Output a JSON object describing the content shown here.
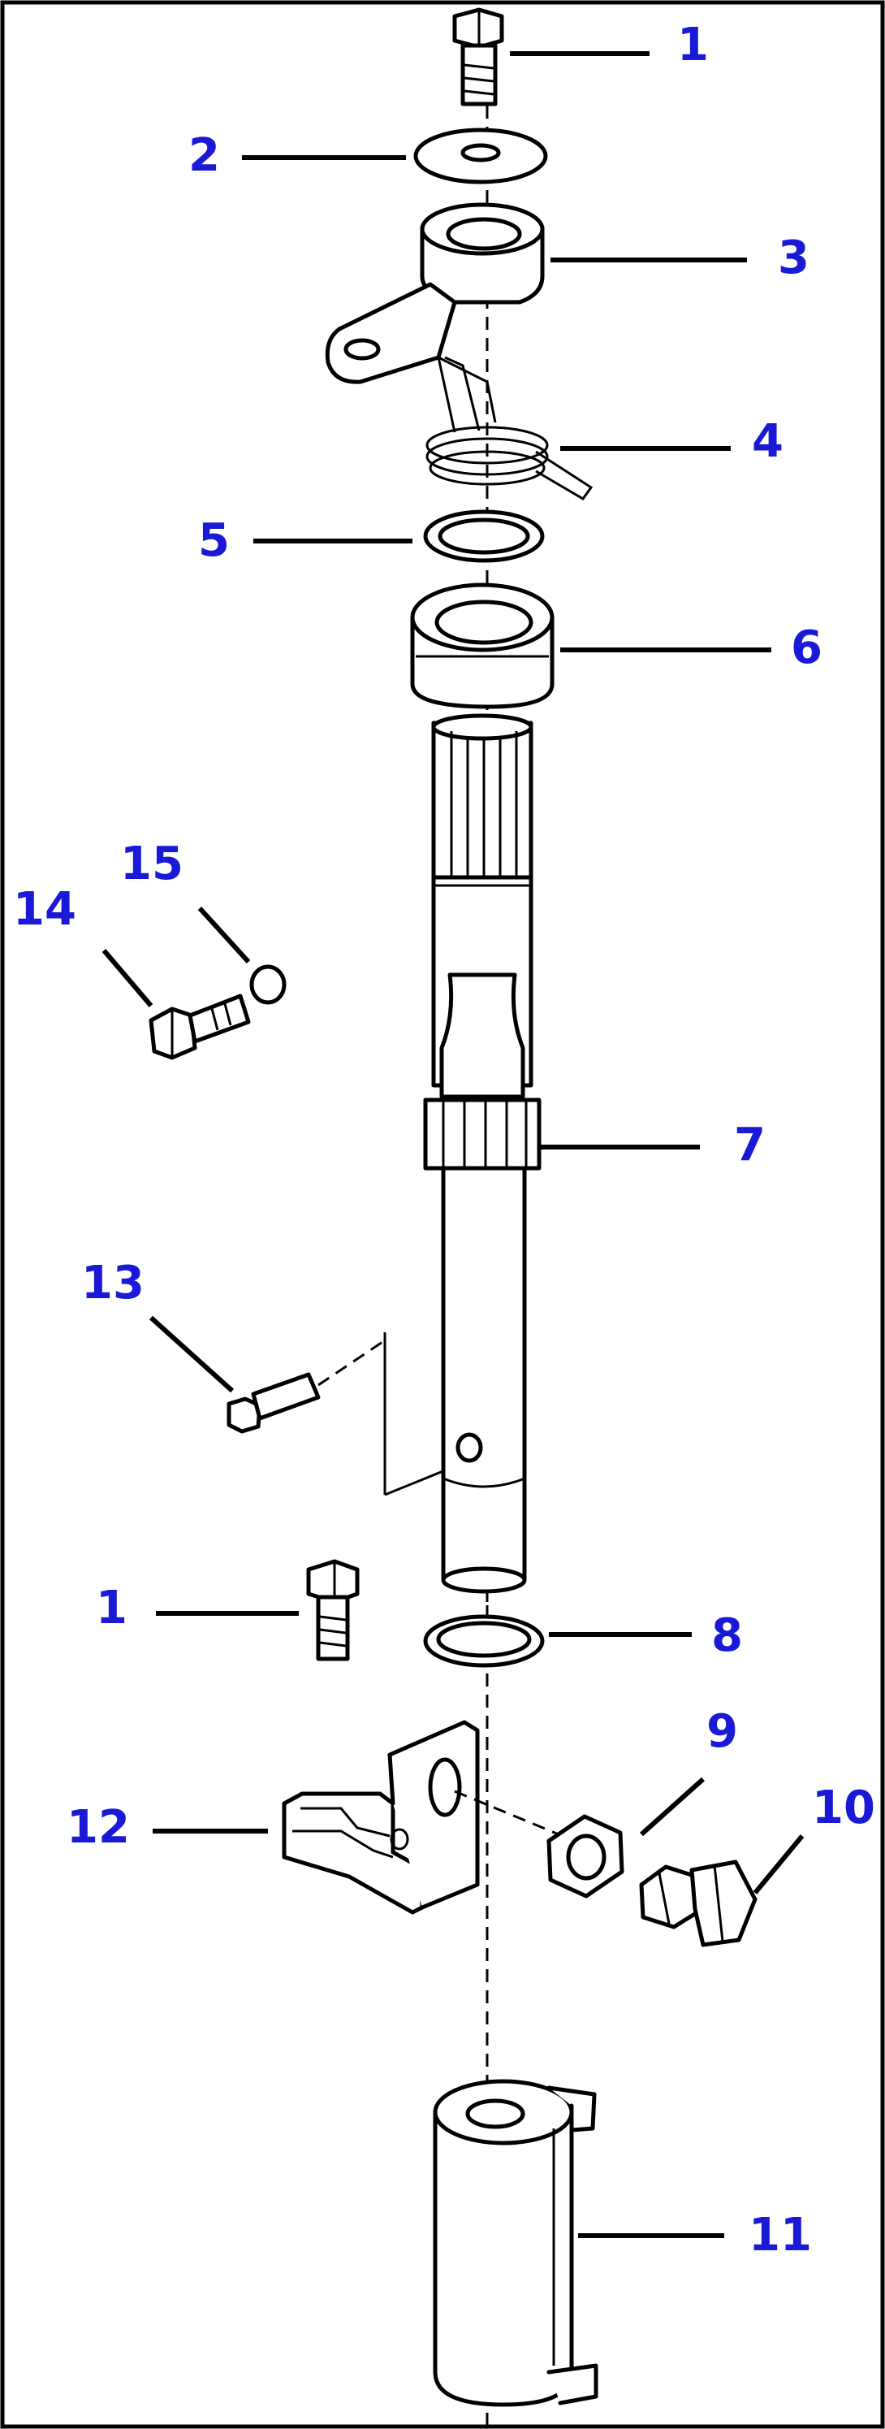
{
  "colors": {
    "callout": "#1a1ad6",
    "line": "#000000",
    "background": "#ffffff"
  },
  "callouts": [
    {
      "id": "c1a",
      "text": "1"
    },
    {
      "id": "c2",
      "text": "2"
    },
    {
      "id": "c3",
      "text": "3"
    },
    {
      "id": "c4",
      "text": "4"
    },
    {
      "id": "c5",
      "text": "5"
    },
    {
      "id": "c6",
      "text": "6"
    },
    {
      "id": "c14",
      "text": "14"
    },
    {
      "id": "c15",
      "text": "15"
    },
    {
      "id": "c7",
      "text": "7"
    },
    {
      "id": "c13",
      "text": "13"
    },
    {
      "id": "c1b",
      "text": "1"
    },
    {
      "id": "c8",
      "text": "8"
    },
    {
      "id": "c9",
      "text": "9"
    },
    {
      "id": "c10",
      "text": "10"
    },
    {
      "id": "c12",
      "text": "12"
    },
    {
      "id": "c11",
      "text": "11"
    }
  ]
}
